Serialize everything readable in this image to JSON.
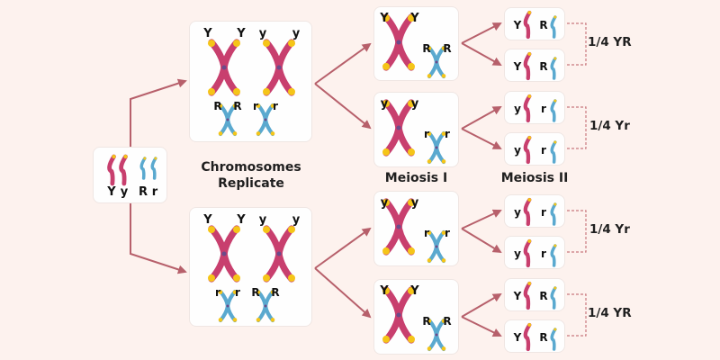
{
  "colors": {
    "background": "#fdf2ee",
    "arrow": "#b7606b",
    "chromosome_yellow_gene": "#c83f6e",
    "chromosome_round_gene": "#5aa9cf",
    "telomere": "#f5c518",
    "centromere": "#6b4a8a",
    "bracket": "#c9797f"
  },
  "parent_cell": {
    "alleles": [
      "Y",
      "y",
      "R",
      "r"
    ]
  },
  "stages": {
    "replicate_label": "Chromosomes Replicate",
    "meiosis1_label": "Meiosis I",
    "meiosis2_label": "Meiosis II"
  },
  "replicated_cells": [
    {
      "large": [
        {
          "left": "Y",
          "right": "Y"
        },
        {
          "left": "y",
          "right": "y"
        }
      ],
      "small": [
        {
          "left": "R",
          "right": "R"
        },
        {
          "left": "r",
          "right": "r"
        }
      ]
    },
    {
      "large": [
        {
          "left": "Y",
          "right": "Y"
        },
        {
          "left": "y",
          "right": "y"
        }
      ],
      "small": [
        {
          "left": "r",
          "right": "r"
        },
        {
          "left": "R",
          "right": "R"
        }
      ]
    }
  ],
  "meiosis1_cells": [
    {
      "large": {
        "left": "Y",
        "right": "Y"
      },
      "small": {
        "left": "R",
        "right": "R"
      }
    },
    {
      "large": {
        "left": "y",
        "right": "y"
      },
      "small": {
        "left": "r",
        "right": "r"
      }
    },
    {
      "large": {
        "left": "y",
        "right": "y"
      },
      "small": {
        "left": "r",
        "right": "r"
      }
    },
    {
      "large": {
        "left": "Y",
        "right": "Y"
      },
      "small": {
        "left": "R",
        "right": "R"
      }
    }
  ],
  "meiosis2_cells": [
    {
      "large": "Y",
      "small": "R"
    },
    {
      "large": "Y",
      "small": "R"
    },
    {
      "large": "y",
      "small": "r"
    },
    {
      "large": "y",
      "small": "r"
    },
    {
      "large": "y",
      "small": "r"
    },
    {
      "large": "y",
      "small": "r"
    },
    {
      "large": "Y",
      "small": "R"
    },
    {
      "large": "Y",
      "small": "R"
    }
  ],
  "results": [
    {
      "label": "1/4 YR"
    },
    {
      "label": "1/4 Yr"
    },
    {
      "label": "1/4 Yr"
    },
    {
      "label": "1/4 YR"
    }
  ]
}
